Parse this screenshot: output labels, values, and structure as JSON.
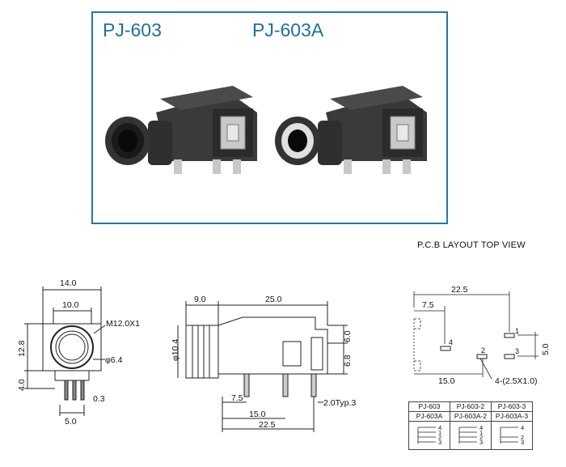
{
  "photo": {
    "model_left": "PJ-603",
    "model_right": "PJ-603A"
  },
  "pcb": {
    "title": "P.C.B LAYOUT    TOP VIEW"
  },
  "front_view": {
    "width": "14.0",
    "inner_width": "10.0",
    "thread": "M12.0X1",
    "height": "12.8",
    "hole_dia": "φ6.4",
    "pin_height": "4.0",
    "pin_offset": "0.3",
    "pin_pitch": "5.0"
  },
  "side_view": {
    "nose_length": "9.0",
    "body_length": "25.0",
    "nose_dia": "φ10.4",
    "top_pin": "6.0",
    "mid_pin": "6.8",
    "pin1": "7.5",
    "pin2": "15.0",
    "overall": "22.5",
    "pin_typ": "2.0Typ.3"
  },
  "pcb_layout": {
    "overall": "22.5",
    "first": "7.5",
    "second": "15.0",
    "height": "5.0",
    "pad_size": "4-(2.5X1.0)",
    "pins": [
      "1",
      "2",
      "3",
      "4"
    ]
  },
  "variants": [
    [
      "PJ-603",
      "PJ-603-2",
      "PJ-603-3"
    ],
    [
      "PJ-603A",
      "PJ-603A-2",
      "PJ-603A-3"
    ]
  ]
}
